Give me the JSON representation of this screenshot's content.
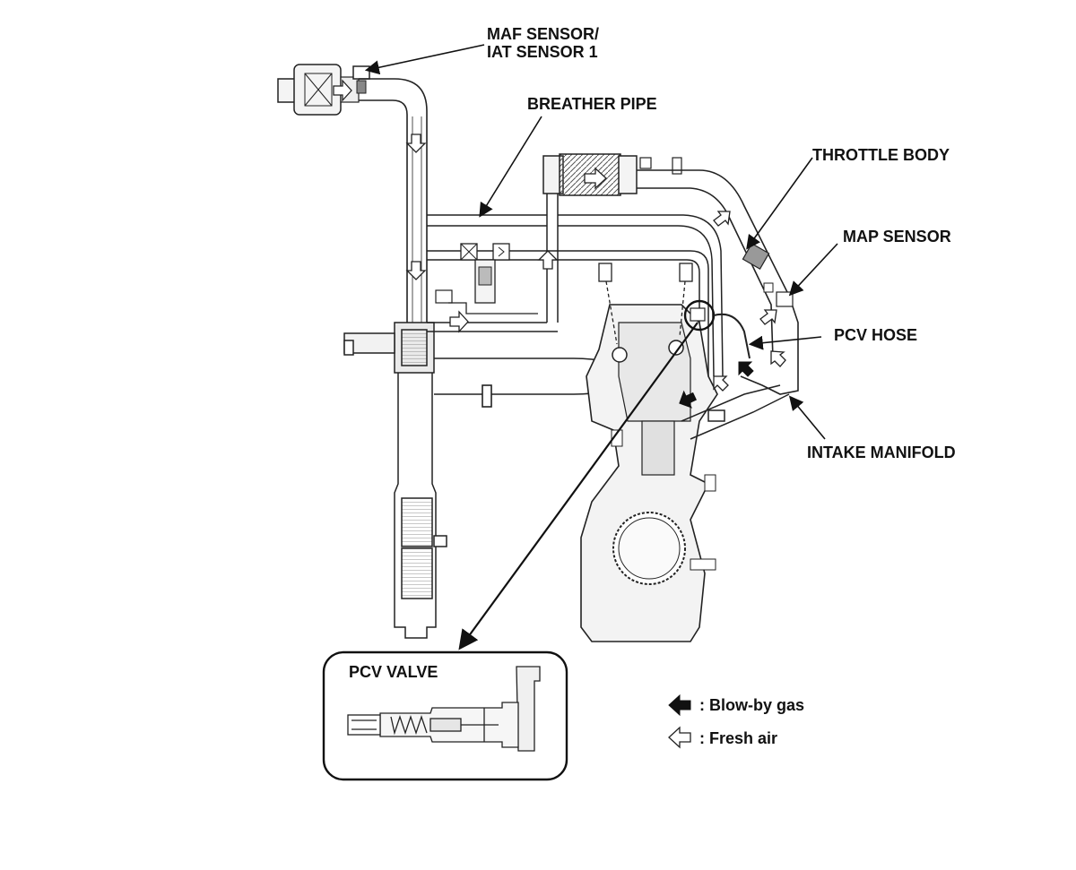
{
  "diagram": {
    "labels": {
      "maf_sensor_line1": "MAF SENSOR/",
      "maf_sensor_line2": "IAT SENSOR 1",
      "breather_pipe": "BREATHER PIPE",
      "throttle_body": "THROTTLE BODY",
      "map_sensor": "MAP SENSOR",
      "pcv_hose": "PCV HOSE",
      "intake_manifold": "INTAKE MANIFOLD",
      "pcv_valve": "PCV VALVE"
    },
    "legend": {
      "blow_by_gas": ": Blow-by gas",
      "fresh_air": ": Fresh air"
    },
    "colors": {
      "line": "#222222",
      "fill_light": "#f2f2f2",
      "fill_mid": "#d9d9d9",
      "arrow_blowby": "#111111",
      "arrow_fresh": "#ffffff"
    }
  }
}
